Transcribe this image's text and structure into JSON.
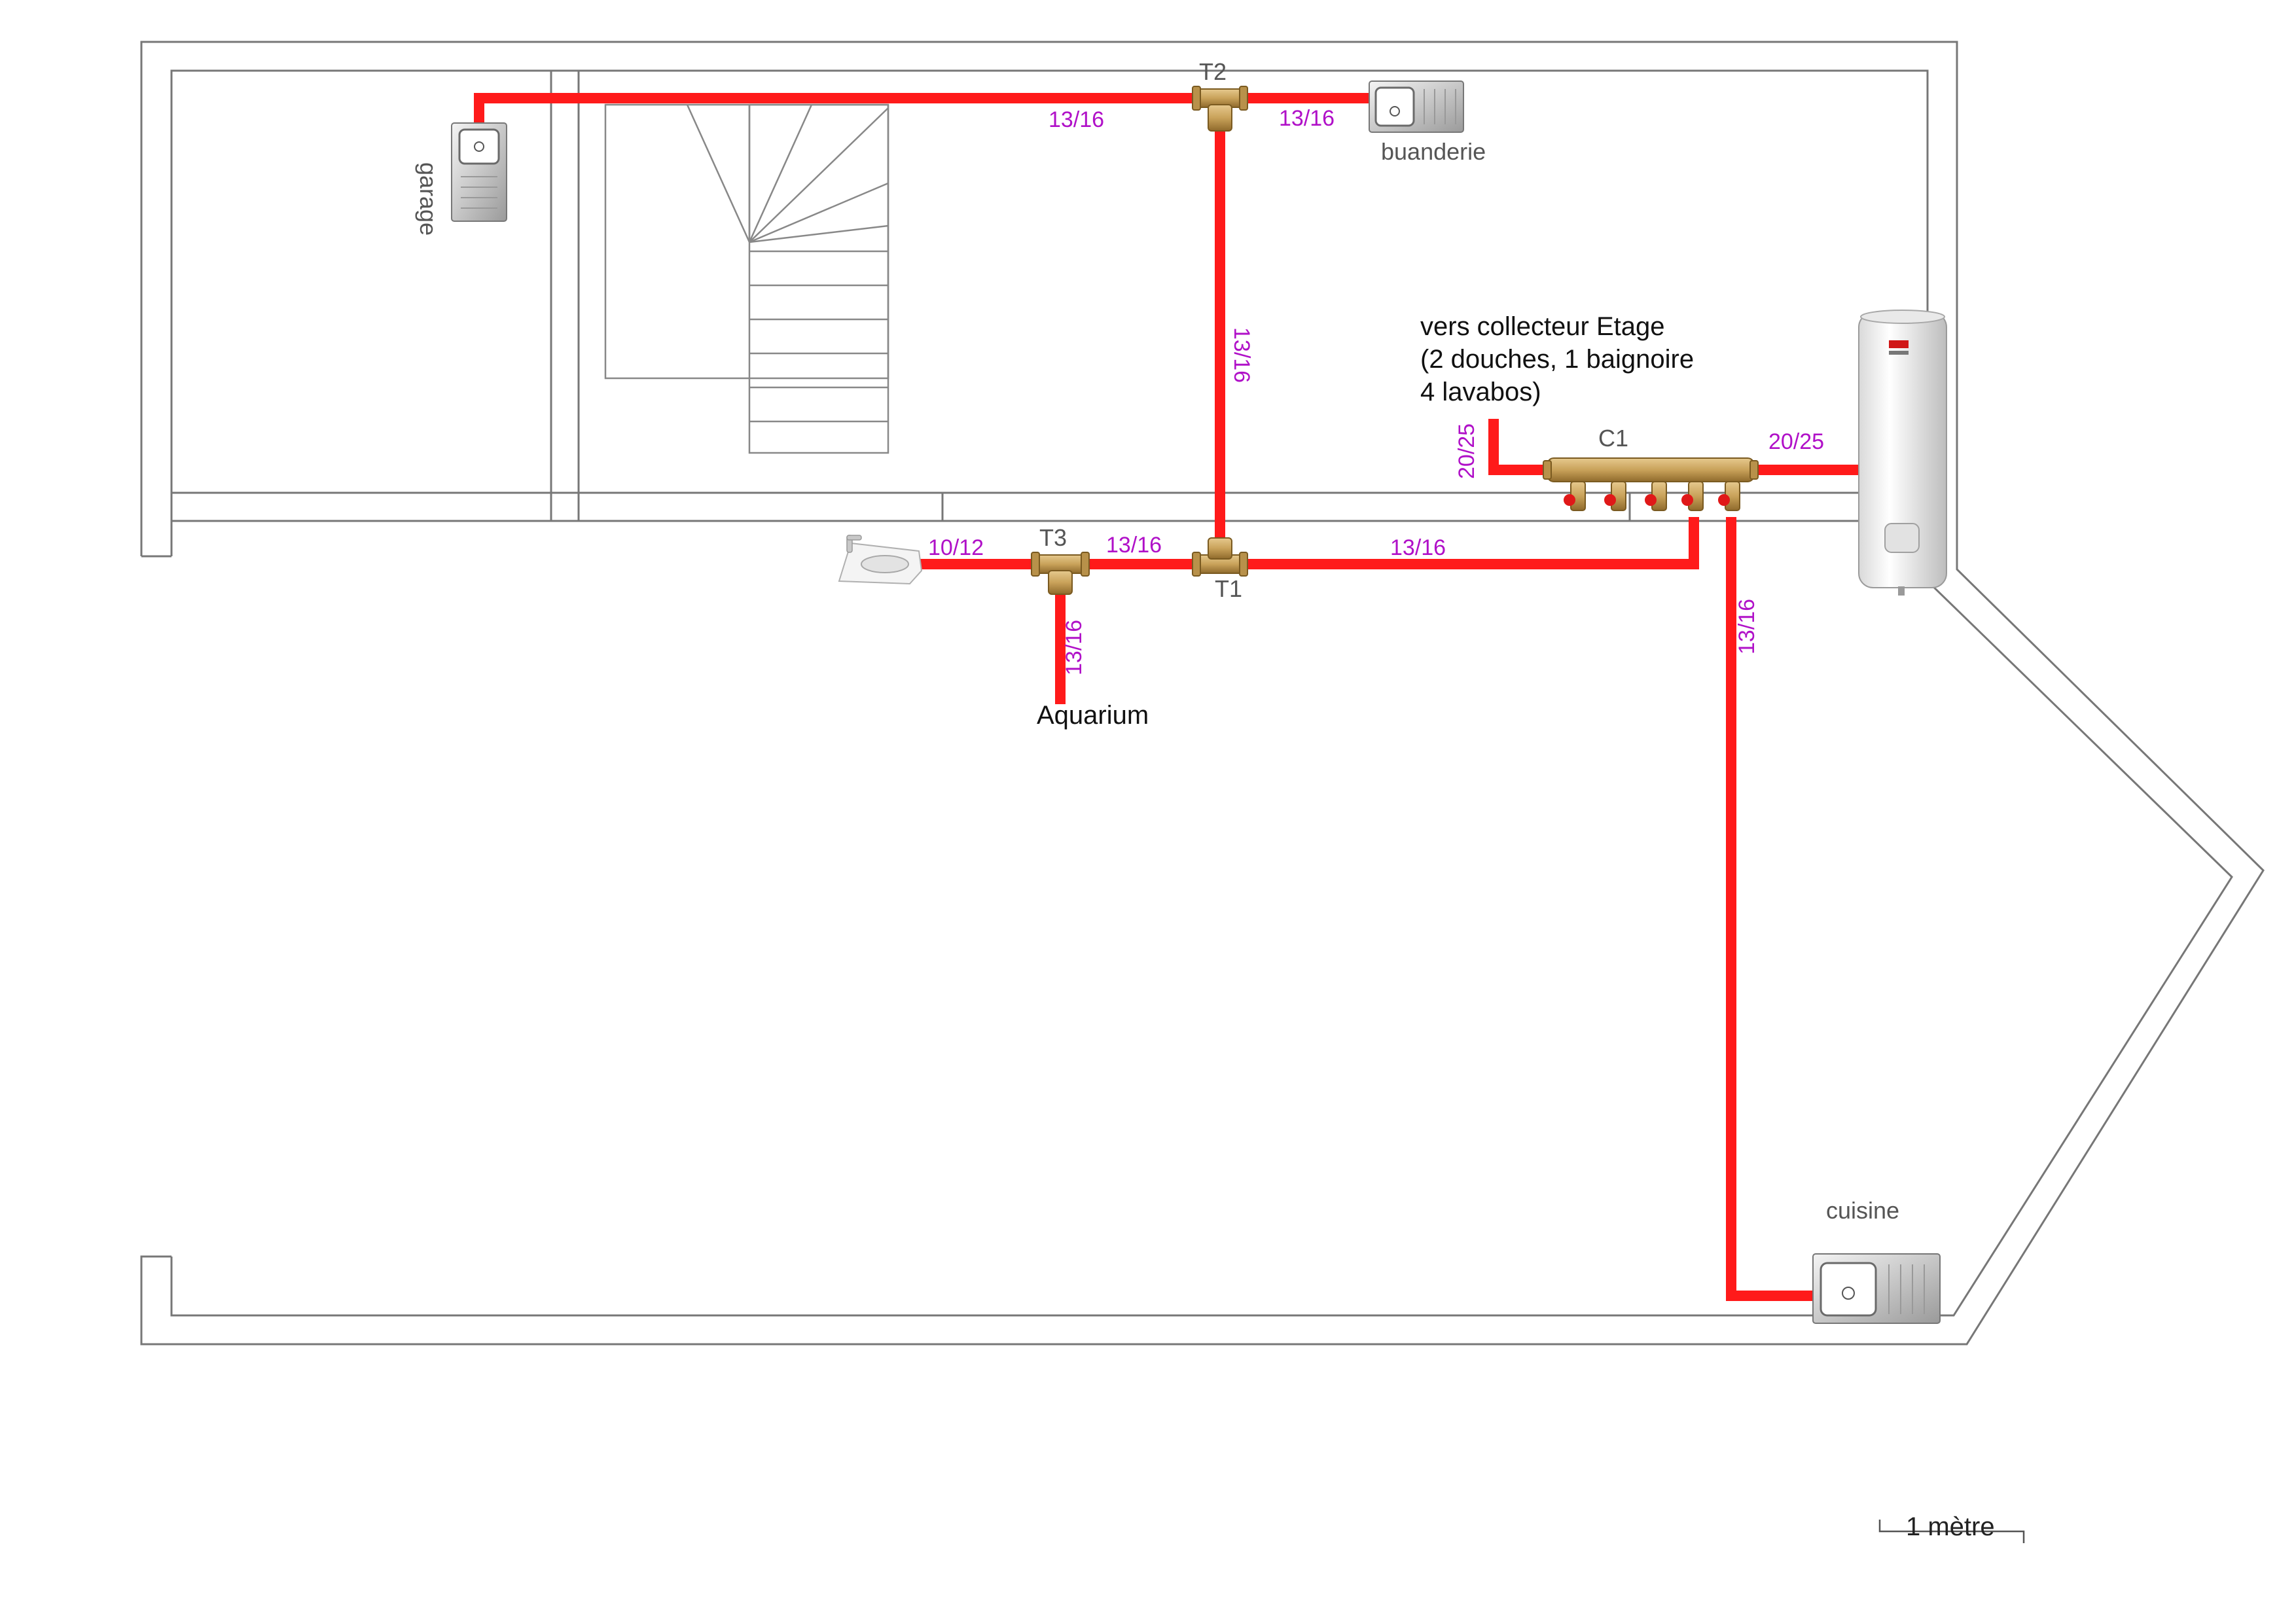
{
  "labels": {
    "garage": "garage",
    "buanderie": "buanderie",
    "cuisine": "cuisine",
    "aquarium": "Aquarium"
  },
  "fittings": {
    "t1": "T1",
    "t2": "T2",
    "t3": "T3",
    "c1": "C1"
  },
  "note": {
    "line1": "vers collecteur Etage",
    "line2": "(2 douches, 1 baignoire",
    "line3": "4 lavabos)"
  },
  "pipe_sizes": {
    "garage_t2": "13/16",
    "t2_buanderie": "13/16",
    "t2_t1": "13/16",
    "up_collector": "20/25",
    "heater_c1": "20/25",
    "lavabo_t3": "10/12",
    "t3_t1": "13/16",
    "t1_c1": "13/16",
    "t3_aquarium": "13/16",
    "c1_cuisine": "13/16"
  },
  "scale": {
    "label": "1 mètre"
  },
  "colors": {
    "pipe": "#ff1a1a",
    "pipe_size_text": "#b010c8",
    "wall": "#777777",
    "brass": "#c9a25a"
  }
}
